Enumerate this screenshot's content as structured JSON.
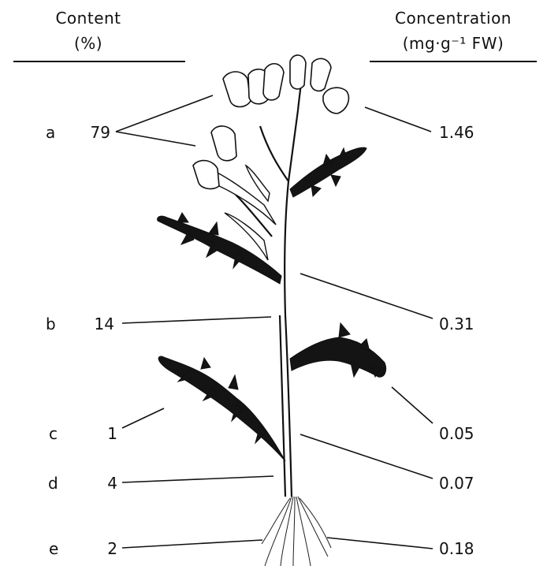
{
  "header": {
    "content_line1": "Content",
    "content_line2": "(%)",
    "concentration_line1": "Concentration",
    "concentration_line2": "(mg·g⁻¹ FW)"
  },
  "rows": [
    {
      "letter": "a",
      "content": "79",
      "concentration": "1.46"
    },
    {
      "letter": "b",
      "content": "14",
      "concentration": "0.31"
    },
    {
      "letter": "c",
      "content": "1",
      "concentration": "0.05"
    },
    {
      "letter": "d",
      "content": "4",
      "concentration": "0.07"
    },
    {
      "letter": "e",
      "content": "2",
      "concentration": "0.18"
    }
  ]
}
